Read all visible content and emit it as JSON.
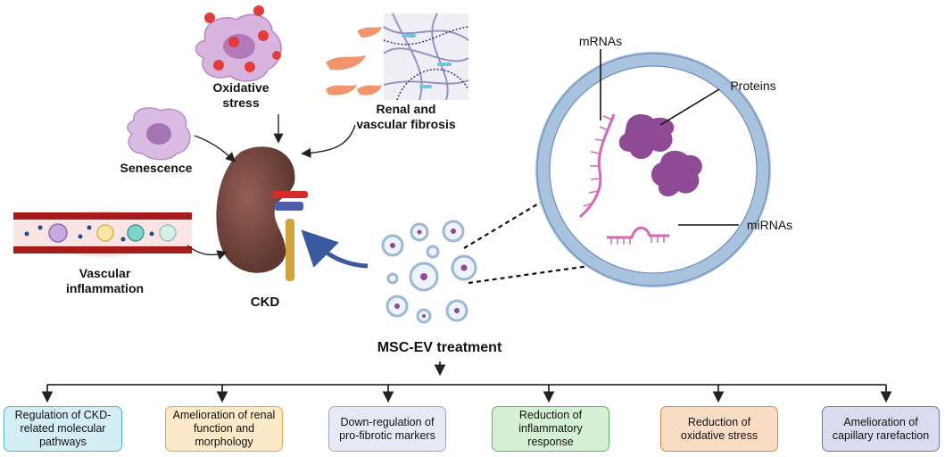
{
  "labels": {
    "oxidative_stress": "Oxidative\nstress",
    "renal_fibrosis": "Renal and\nvascular fibrosis",
    "senescence": "Senescence",
    "vascular_inflammation": "Vascular\ninflammation",
    "ckd": "CKD",
    "treatment": "MSC-EV treatment",
    "mrnas": "mRNAs",
    "proteins": "Proteins",
    "mirnas": "miRNAs"
  },
  "outcomes": [
    {
      "text": "Regulation of CKD-related molecular pathways",
      "fill": "#d4eef6",
      "border": "#4fb6cf"
    },
    {
      "text": "Amelioration of renal function and morphology",
      "fill": "#fbe9c8",
      "border": "#e2a94a"
    },
    {
      "text": "Down-regulation of pro-fibrotic markers",
      "fill": "#e6eaf4",
      "border": "#9aa6c6"
    },
    {
      "text": "Reduction of inflammatory response",
      "fill": "#d5f1d5",
      "border": "#5cb85c"
    },
    {
      "text": "Reduction of oxidative stress",
      "fill": "#f9dcc4",
      "border": "#d9854a"
    },
    {
      "text": "Amelioration of capillary rarefaction",
      "fill": "#d9dcef",
      "border": "#6f78b4"
    }
  ],
  "colors": {
    "kidney": "#7a4a42",
    "vesicle": "#b9cde3",
    "cargo": "#8f4a96",
    "rna": "#d36ab4",
    "arrow_blue": "#3a5aa0"
  }
}
